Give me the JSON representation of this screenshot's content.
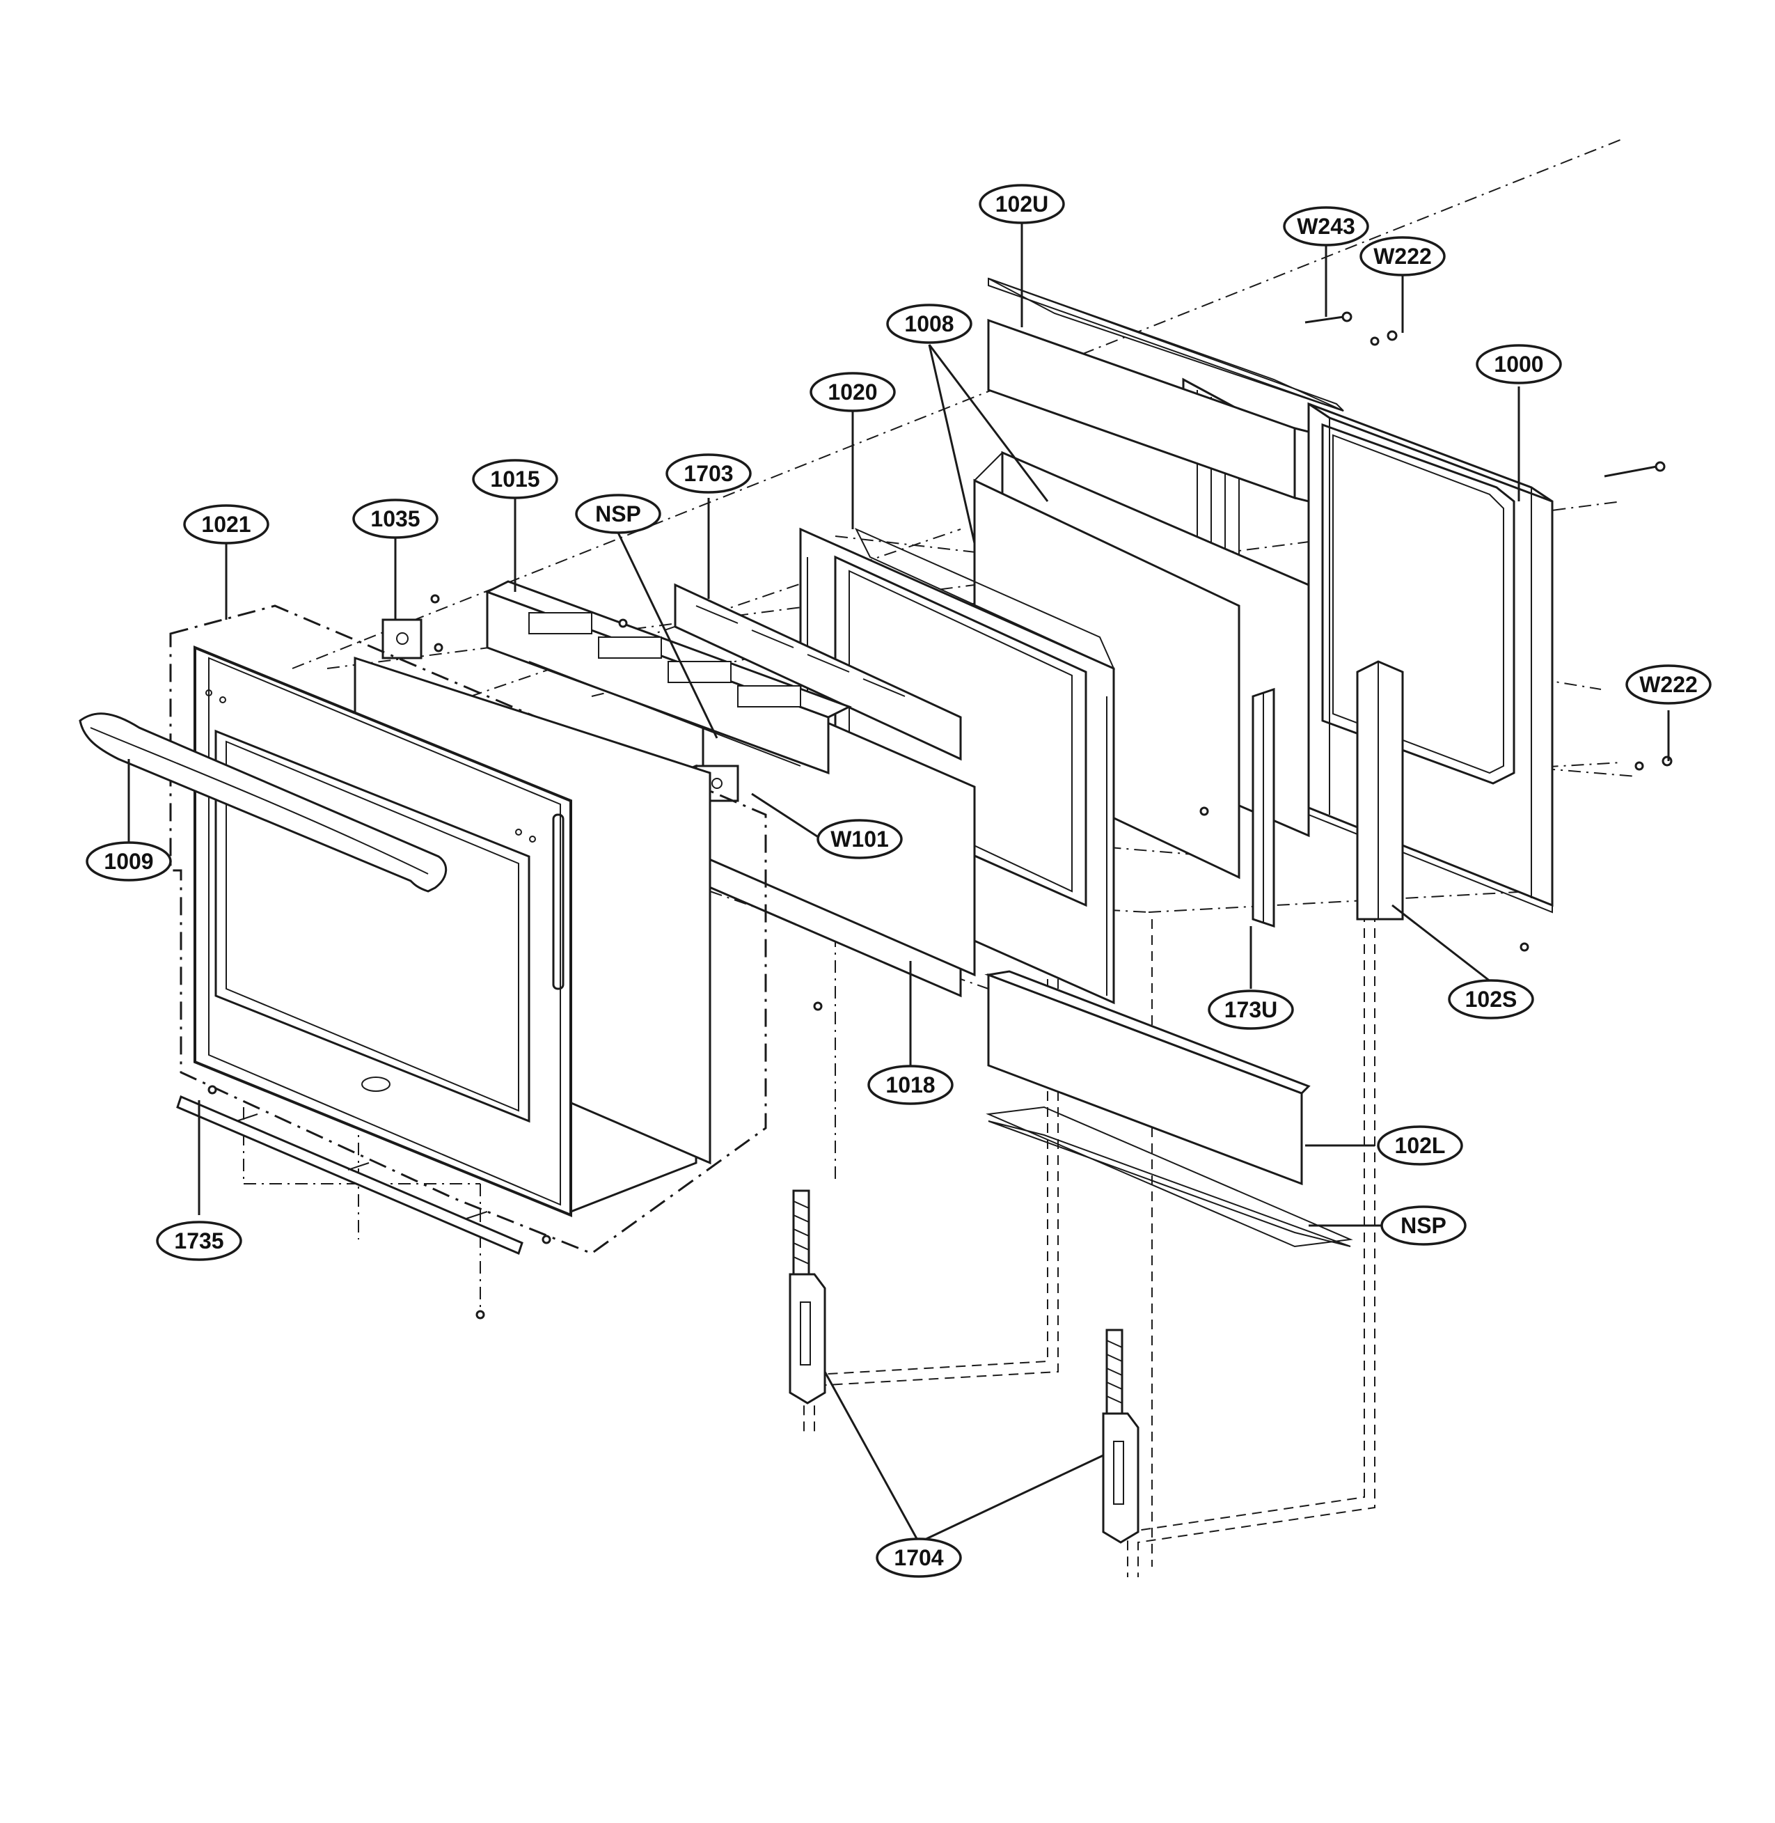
{
  "diagram": {
    "labels": [
      {
        "id": "1021",
        "text": "1021"
      },
      {
        "id": "1035",
        "text": "1035"
      },
      {
        "id": "1015",
        "text": "1015"
      },
      {
        "id": "NSP-a",
        "text": "NSP"
      },
      {
        "id": "1703",
        "text": "1703"
      },
      {
        "id": "1020",
        "text": "1020"
      },
      {
        "id": "1008",
        "text": "1008"
      },
      {
        "id": "102U",
        "text": "102U"
      },
      {
        "id": "W243",
        "text": "W243"
      },
      {
        "id": "W222-a",
        "text": "W222"
      },
      {
        "id": "1000",
        "text": "1000"
      },
      {
        "id": "W222-b",
        "text": "W222"
      },
      {
        "id": "1009",
        "text": "1009"
      },
      {
        "id": "W101",
        "text": "W101"
      },
      {
        "id": "173U",
        "text": "173U"
      },
      {
        "id": "102S",
        "text": "102S"
      },
      {
        "id": "1018",
        "text": "1018"
      },
      {
        "id": "102L",
        "text": "102L"
      },
      {
        "id": "NSP-b",
        "text": "NSP"
      },
      {
        "id": "1735",
        "text": "1735"
      },
      {
        "id": "1704",
        "text": "1704"
      }
    ]
  }
}
